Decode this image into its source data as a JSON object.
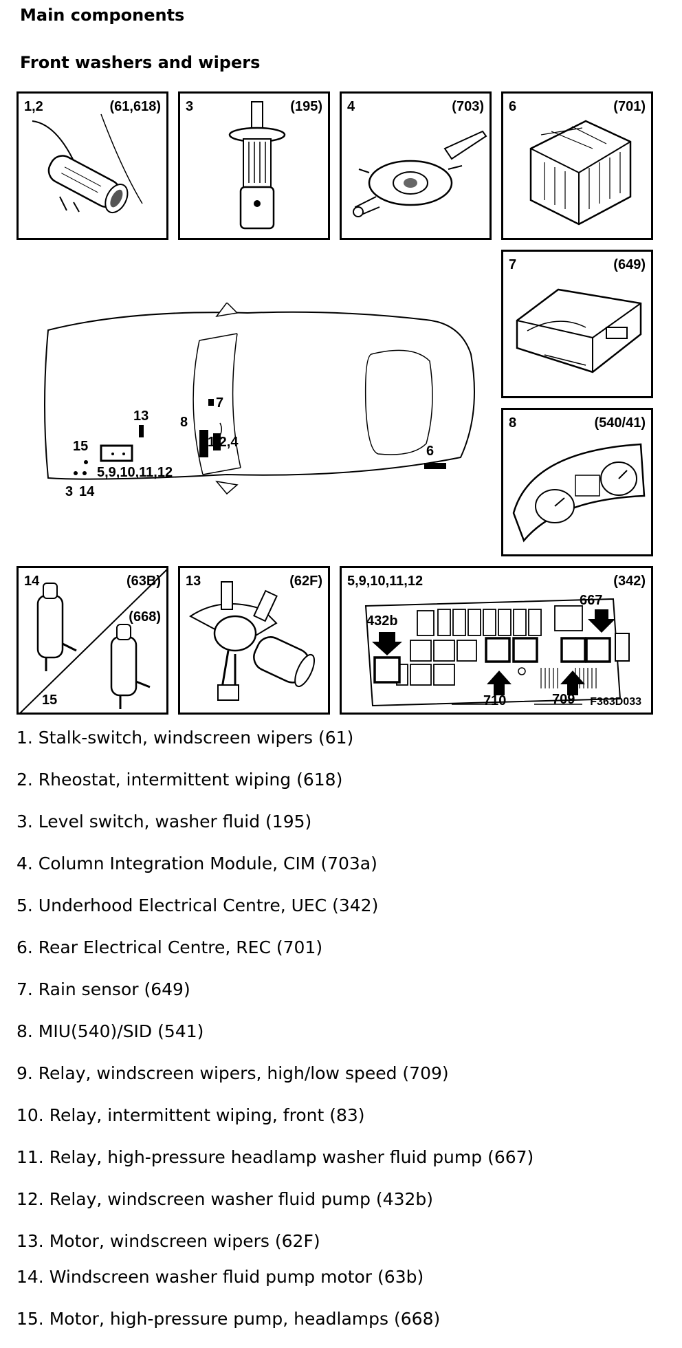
{
  "heading": "Main components",
  "subheading": "Front washers and wipers",
  "panels": {
    "p12": {
      "num": "1,2",
      "code": "(61,618)"
    },
    "p3": {
      "num": "3",
      "code": "(195)"
    },
    "p4": {
      "num": "4",
      "code": "(703)"
    },
    "p6": {
      "num": "6",
      "code": "(701)"
    },
    "p7": {
      "num": "7",
      "code": "(649)"
    },
    "p8": {
      "num": "8",
      "code": "(540/41)"
    },
    "p14": {
      "num": "14",
      "code": "(63B)",
      "sub_code": "(668)",
      "sub_num": "15"
    },
    "p13": {
      "num": "13",
      "code": "(62F)"
    },
    "p5": {
      "num": "5,9,10,11,12",
      "code": "(342)",
      "lbl_432b": "432b",
      "lbl_667": "667",
      "lbl_710": "710",
      "lbl_709": "709",
      "figure_code": "F363D033"
    }
  },
  "car_labels": {
    "l7": "7",
    "l13": "13",
    "l8": "8",
    "l124": "1,2,4",
    "l15": "15",
    "l5": "5,9,10,11,12",
    "l3": "3",
    "l14": "14",
    "l6": "6"
  },
  "legend": [
    "1.  Stalk-switch, windscreen wipers (61)",
    "2.  Rheostat, intermittent wiping (618)",
    "3.  Level switch, washer fluid (195)",
    "4.  Column Integration Module, CIM (703a)",
    "5.  Underhood Electrical Centre, UEC (342)",
    "6.  Rear Electrical Centre, REC (701)",
    "7.  Rain sensor (649)",
    "8.  MIU(540)/SID (541)",
    "9.  Relay, windscreen wipers, high/low speed (709)",
    "10. Relay, intermittent wiping, front (83)",
    "11. Relay, high-pressure headlamp washer fluid pump (667)",
    "12. Relay, windscreen washer fluid pump (432b)",
    "13. Motor, windscreen wipers (62F)",
    "14. Windscreen washer fluid pump motor (63b)",
    "15. Motor, high-pressure pump, headlamps (668)"
  ]
}
